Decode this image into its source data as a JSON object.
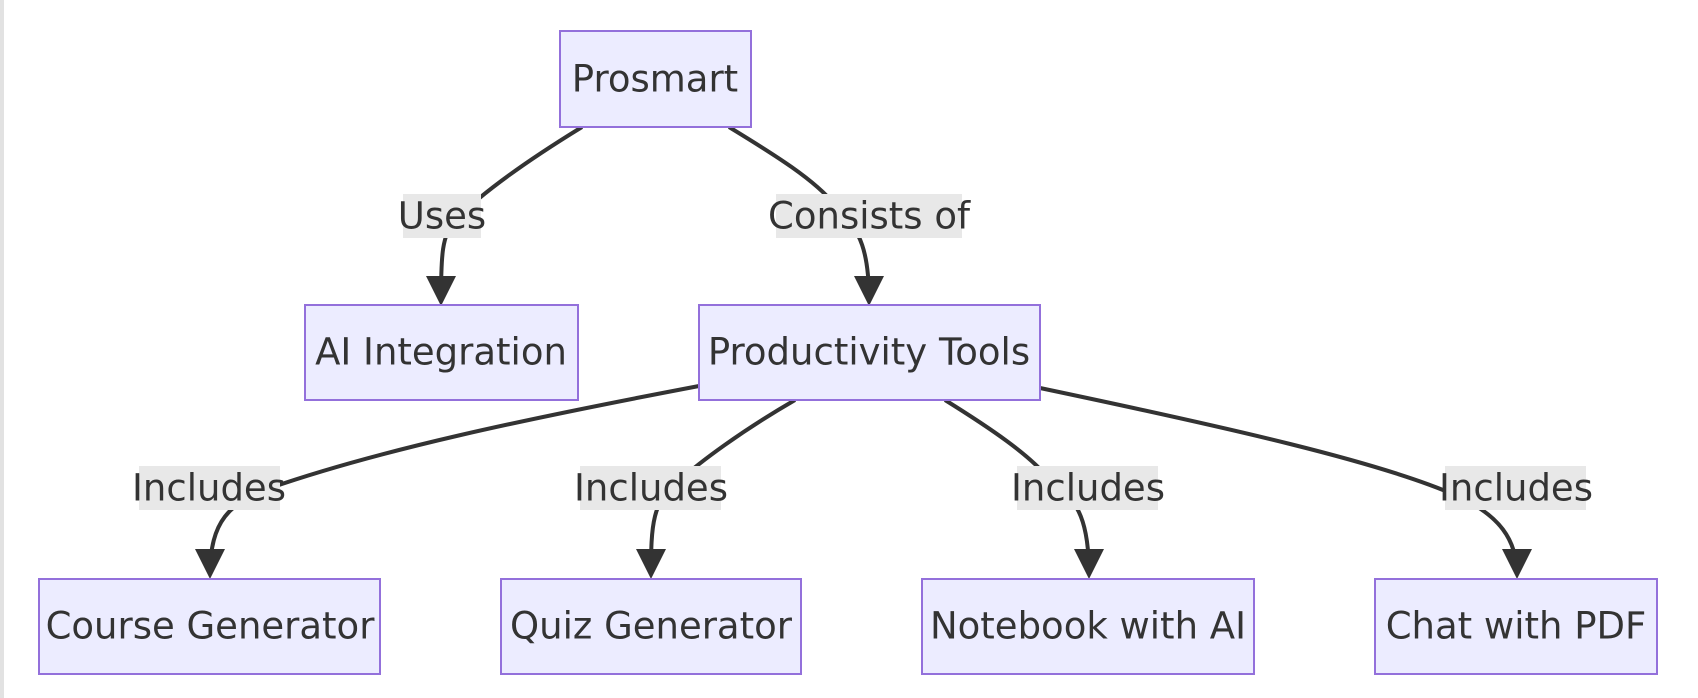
{
  "diagram": {
    "nodes": {
      "prosmart": "Prosmart",
      "ai_integration": "AI Integration",
      "productivity_tools": "Productivity Tools",
      "course_generator": "Course Generator",
      "quiz_generator": "Quiz Generator",
      "notebook_with_ai": "Notebook with AI",
      "chat_with_pdf": "Chat with PDF"
    },
    "edges": [
      {
        "from": "Prosmart",
        "to": "AI Integration",
        "label": "Uses"
      },
      {
        "from": "Prosmart",
        "to": "Productivity Tools",
        "label": "Consists of"
      },
      {
        "from": "Productivity Tools",
        "to": "Course Generator",
        "label": "Includes"
      },
      {
        "from": "Productivity Tools",
        "to": "Quiz Generator",
        "label": "Includes"
      },
      {
        "from": "Productivity Tools",
        "to": "Notebook with AI",
        "label": "Includes"
      },
      {
        "from": "Productivity Tools",
        "to": "Chat with PDF",
        "label": "Includes"
      }
    ],
    "colors": {
      "node_fill": "#ececff",
      "node_stroke": "#9370db",
      "edge_stroke": "#333333",
      "label_background": "#e8e8e8",
      "text": "#333333"
    }
  }
}
